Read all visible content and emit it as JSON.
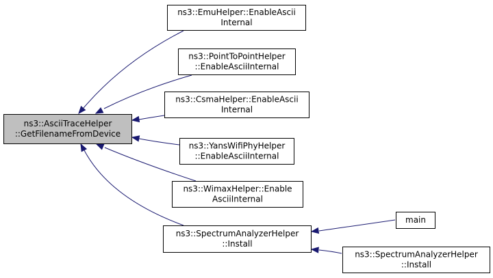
{
  "diagram": {
    "colors": {
      "root_fill": "#bfbfbf",
      "node_fill": "#ffffff",
      "node_stroke": "#000000",
      "edge_color": "#191970"
    },
    "nodes": [
      {
        "id": "root",
        "lines": [
          "ns3::AsciiTraceHelper",
          "::GetFilenameFromDevice"
        ]
      },
      {
        "id": "emu",
        "lines": [
          "ns3::EmuHelper::EnableAscii",
          "Internal"
        ]
      },
      {
        "id": "p2p",
        "lines": [
          "ns3::PointToPointHelper",
          "::EnableAsciiInternal"
        ]
      },
      {
        "id": "csma",
        "lines": [
          "ns3::CsmaHelper::EnableAscii",
          "Internal"
        ]
      },
      {
        "id": "yans",
        "lines": [
          "ns3::YansWifiPhyHelper",
          "::EnableAsciiInternal"
        ]
      },
      {
        "id": "wimax",
        "lines": [
          "ns3::WimaxHelper::Enable",
          "AsciiInternal"
        ]
      },
      {
        "id": "spec1",
        "lines": [
          "ns3::SpectrumAnalyzerHelper",
          "::Install"
        ]
      },
      {
        "id": "main",
        "lines": [
          "main"
        ]
      },
      {
        "id": "spec2",
        "lines": [
          "ns3::SpectrumAnalyzerHelper",
          "::Install"
        ]
      }
    ],
    "edges": [
      {
        "from": "emu",
        "to": "root"
      },
      {
        "from": "p2p",
        "to": "root"
      },
      {
        "from": "csma",
        "to": "root"
      },
      {
        "from": "yans",
        "to": "root"
      },
      {
        "from": "wimax",
        "to": "root"
      },
      {
        "from": "spec1",
        "to": "root"
      },
      {
        "from": "main",
        "to": "spec1"
      },
      {
        "from": "spec2",
        "to": "spec1"
      }
    ]
  }
}
